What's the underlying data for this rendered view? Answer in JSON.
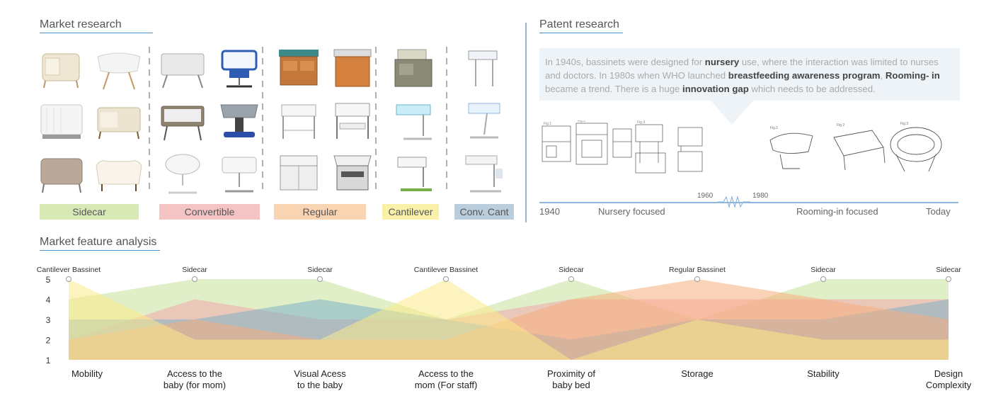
{
  "market_research": {
    "title": "Market research",
    "categories": [
      {
        "label": "Sidecar",
        "color": "#d8e9b6"
      },
      {
        "label": "Convertible",
        "color": "#f4c4c4"
      },
      {
        "label": "Regular",
        "color": "#f8d4b3"
      },
      {
        "label": "Cantilever",
        "color": "#faf1a8"
      },
      {
        "label": "Conv. Cant",
        "color": "#b9cddc"
      }
    ]
  },
  "patent_research": {
    "title": "Patent research",
    "callout_parts": [
      {
        "text": "In 1940s, bassinets were designed for ",
        "bold": false
      },
      {
        "text": "nursery",
        "bold": true
      },
      {
        "text": " use, where the interaction was limited to nurses and doctors. In 1980s when WHO launched ",
        "bold": false
      },
      {
        "text": "breastfeeding awareness program",
        "bold": true
      },
      {
        "text": ", ",
        "bold": false
      },
      {
        "text": "Rooming- in",
        "bold": true
      },
      {
        "text": " became a trend. There is a huge ",
        "bold": false
      },
      {
        "text": "innovation gap",
        "bold": true
      },
      {
        "text": " which needs to be addressed.",
        "bold": false
      }
    ],
    "timeline": {
      "start": "1940",
      "nursery": "Nursery focused",
      "y1960": "1960",
      "y1980": "1980",
      "rooming": "Rooming-in focused",
      "end": "Today"
    }
  },
  "feature_analysis": {
    "title": "Market feature analysis"
  },
  "chart_data": {
    "type": "area",
    "title": "Market feature analysis",
    "yticks": [
      1,
      2,
      3,
      4,
      5
    ],
    "ylim": [
      1,
      5
    ],
    "categories": [
      "Mobility",
      "Access to the baby (for mom)",
      "Visual Acess to the baby",
      "Access to the mom (For staff)",
      "Proximity of baby bed",
      "Storage",
      "Stability",
      "Design Complexity"
    ],
    "category_lines": [
      [
        "Mobility"
      ],
      [
        "Access to the",
        "baby (for mom)"
      ],
      [
        "Visual Acess",
        "to the baby"
      ],
      [
        "Access to the",
        "mom (For staff)"
      ],
      [
        "Proximity of",
        "baby bed"
      ],
      [
        "Storage"
      ],
      [
        "Stability"
      ],
      [
        "Design",
        "Complexity"
      ]
    ],
    "top_labels": [
      "Cantilever Bassinet",
      "Sidecar",
      "Sidecar",
      "Cantilever Bassinet",
      "Sidecar",
      "Regular Bassinet",
      "Sidecar",
      "Sidecar"
    ],
    "series": [
      {
        "name": "Sidecar",
        "color": "#c6e29a",
        "values": [
          4,
          5,
          5,
          3,
          5,
          3,
          5,
          5
        ]
      },
      {
        "name": "Convertible",
        "color": "#f3a7ad",
        "values": [
          2,
          4,
          3,
          3,
          4,
          4,
          4,
          4
        ]
      },
      {
        "name": "Conv. Cant",
        "color": "#7fb0c6",
        "values": [
          3,
          3,
          4,
          3,
          2,
          3,
          3,
          4
        ]
      },
      {
        "name": "Regular",
        "color": "#f6ad7d",
        "values": [
          2,
          3,
          2,
          2,
          4,
          5,
          4,
          3
        ]
      },
      {
        "name": "Cantilever",
        "color": "#fbe98a",
        "values": [
          5,
          2,
          2,
          5,
          1,
          3,
          2,
          2
        ]
      }
    ]
  }
}
